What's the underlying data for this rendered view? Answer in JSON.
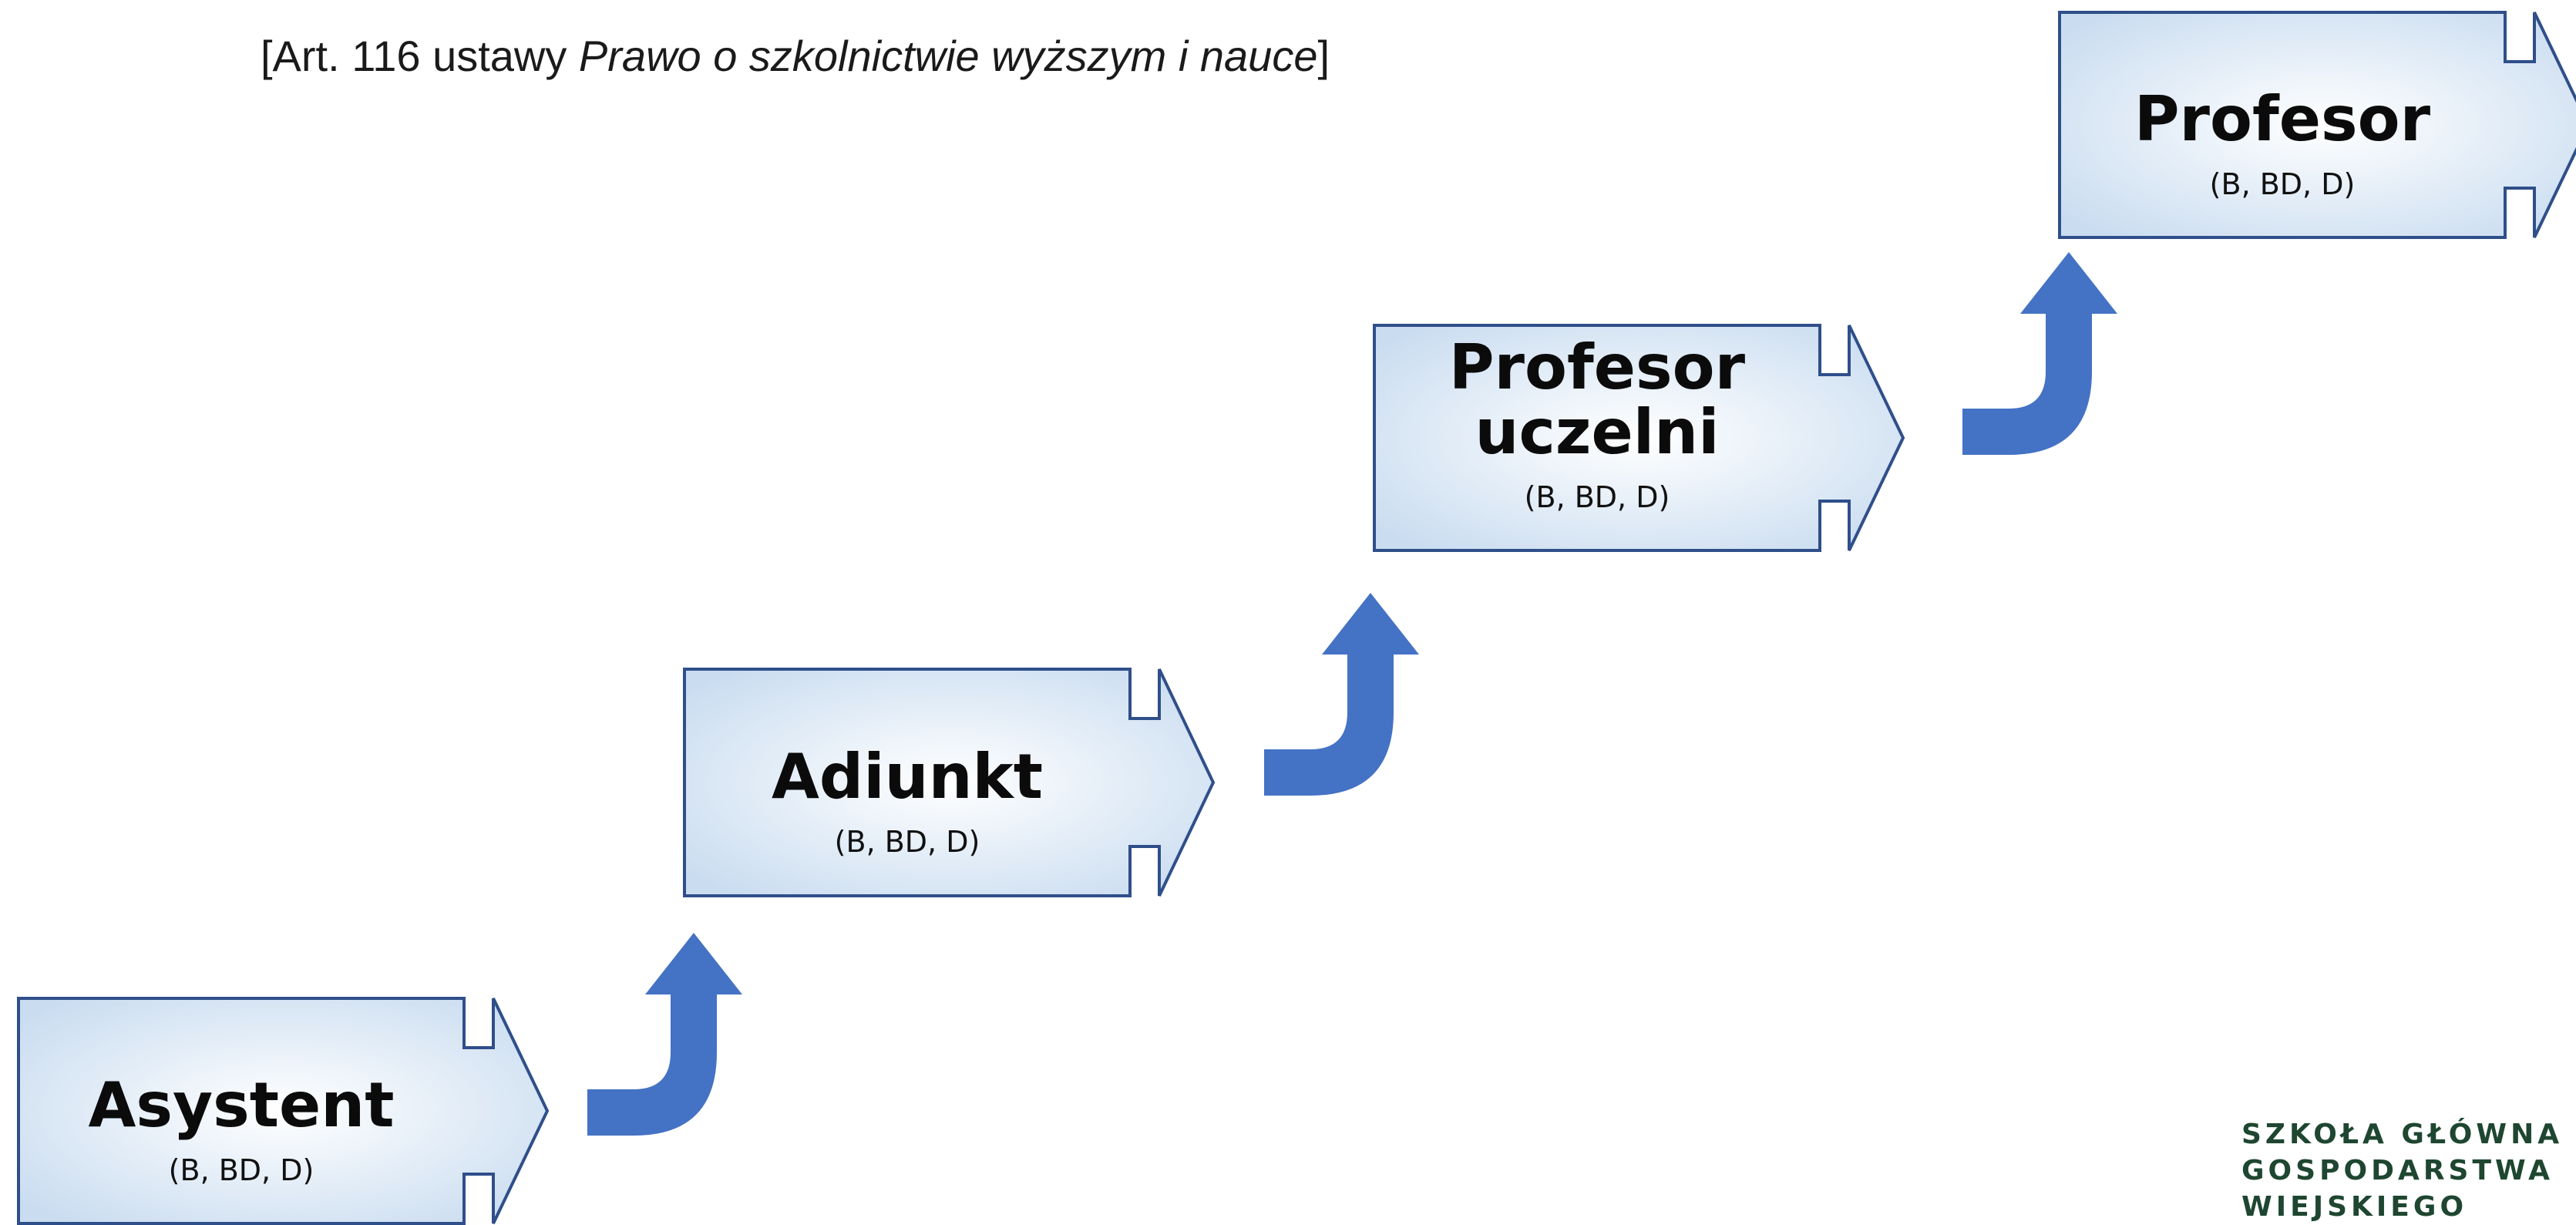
{
  "caption": {
    "prefix": "[Art. 116  ustawy ",
    "italic": "Prawo o szkolnictwie wyższym i nauce",
    "suffix": "]"
  },
  "steps": [
    {
      "title_lines": [
        "Asystent"
      ],
      "subtitle": "(B, BD, D)"
    },
    {
      "title_lines": [
        "Adiunkt"
      ],
      "subtitle": "(B, BD, D)"
    },
    {
      "title_lines": [
        "Profesor",
        "uczelni"
      ],
      "subtitle": "(B, BD, D)"
    },
    {
      "title_lines": [
        "Profesor"
      ],
      "subtitle": "(B, BD, D)"
    }
  ],
  "logo": {
    "lines": [
      "SZKOŁA GŁÓWNA",
      "GOSPODARSTWA",
      "WIEJSKIEGO"
    ]
  },
  "colors": {
    "box_fill_center": "#ffffff",
    "box_fill_edge": "#c9dcf0",
    "box_stroke": "#2f4f8a",
    "arrow_fill": "#4472c4",
    "logo_text": "#1e4630"
  }
}
